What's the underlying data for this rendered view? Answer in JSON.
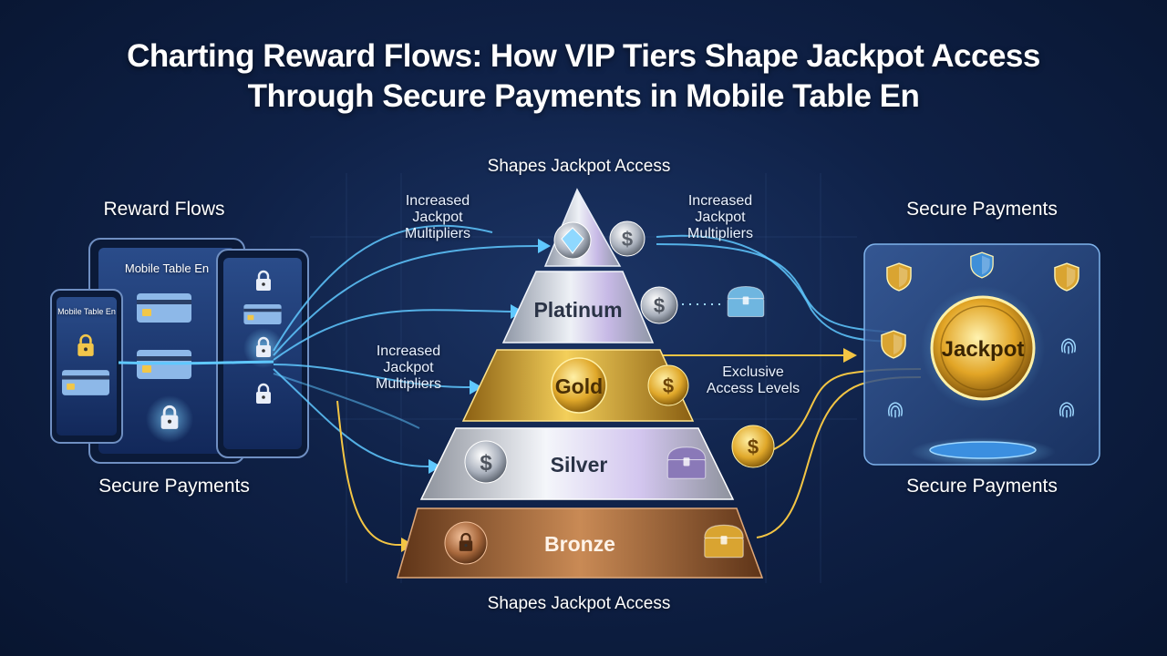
{
  "title": {
    "line1": "Charting Reward Flows: How VIP Tiers Shape Jackpot Access",
    "line2": "Through Secure Payments in Mobile Table En"
  },
  "left": {
    "heading": "Reward Flows",
    "footer": "Secure Payments",
    "tablet_label": "Mobile Table En",
    "phone_label": "Mobile Table En"
  },
  "center": {
    "top_label": "Shapes Jackpot Access",
    "bottom_label": "Shapes Jackpot Access",
    "annotations": {
      "top_left": "Increased Jackpot Multipliers",
      "top_right": "Increased Jackpot Multipliers",
      "mid_left": "Increased Jackpot Multipliers",
      "right": "Exclusive Access Levels"
    },
    "tiers": [
      {
        "name": "Platinum"
      },
      {
        "name": "Gold"
      },
      {
        "name": "Silver"
      },
      {
        "name": "Bronze"
      }
    ]
  },
  "right": {
    "heading": "Secure Payments",
    "footer": "Secure Payments",
    "jackpot": "Jackpot"
  },
  "colors": {
    "background": "#0f2147",
    "flow_blue": "#5fc8ff",
    "flow_gold": "#f3c544",
    "platinum": "#c9ced8",
    "gold": "#d9a431",
    "silver": "#d7dbe2",
    "bronze": "#a7693a"
  },
  "icons": [
    "lock-icon",
    "card-icon",
    "dollar-coin-icon",
    "diamond-icon",
    "treasure-chest-icon",
    "shield-icon",
    "fingerprint-icon"
  ]
}
